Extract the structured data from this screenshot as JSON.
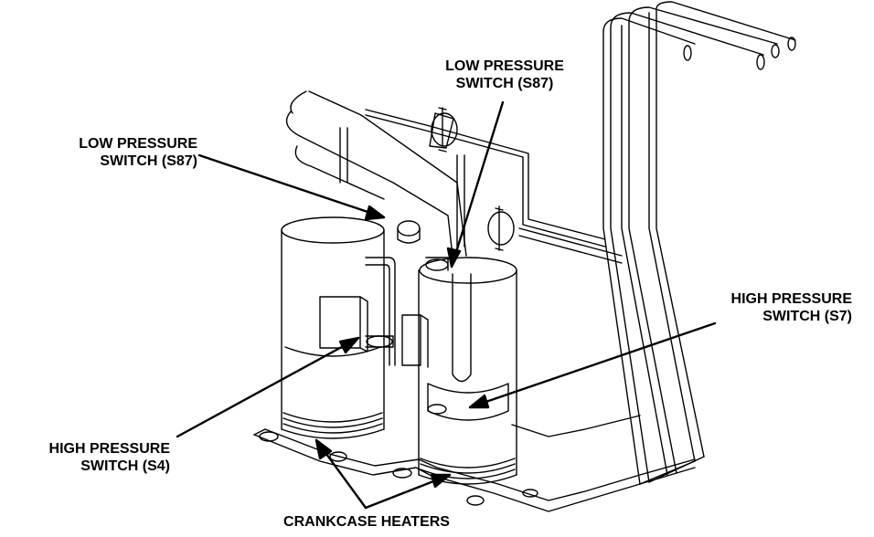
{
  "callouts": {
    "low_pressure_left": {
      "line1": "LOW PRESSURE",
      "line2": "SWITCH (S87)"
    },
    "low_pressure_top": {
      "line1": "LOW PRESSURE",
      "line2": "SWITCH (S87)"
    },
    "high_pressure_right": {
      "line1": "HIGH PRESSURE",
      "line2": "SWITCH (S7)"
    },
    "high_pressure_left": {
      "line1": "HIGH PRESSURE",
      "line2": "SWITCH (S4)"
    },
    "crankcase_heaters": {
      "line1": "CRANKCASE HEATERS"
    }
  },
  "colors": {
    "ink": "#000000",
    "paper": "#ffffff"
  }
}
